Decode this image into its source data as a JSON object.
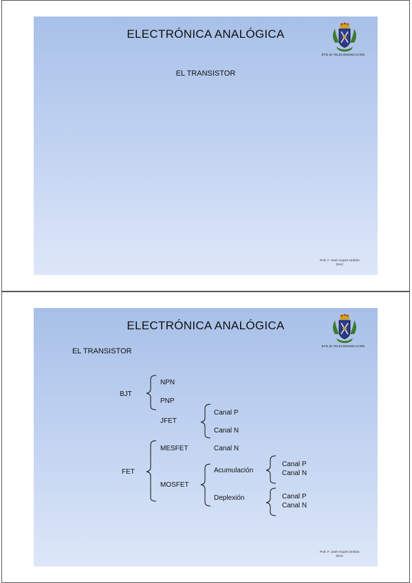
{
  "slides": [
    {
      "title": "ELECTRÓNICA ANALÓGICA",
      "school": "ETSI de TELECOMUNICACIÓN",
      "subtitle": "EL TRANSISTOR",
      "author": "Prof. F. José Arqués Orobón",
      "department": "DIAC"
    },
    {
      "title": "ELECTRÓNICA ANALÓGICA",
      "school": "ETSI de TELECOMUNICACIÓN",
      "subtitle": "EL TRANSISTOR",
      "author": "Prof. F. José Arqués Orobón",
      "department": "DIAC",
      "classification": {
        "bjt": "BJT",
        "npn": "NPN",
        "pnp": "PNP",
        "fet": "FET",
        "jfet": "JFET",
        "mesfet": "MESFET",
        "mosfet": "MOSFET",
        "jfet_p": "Canal P",
        "jfet_n": "Canal N",
        "mesfet_n": "Canal N",
        "acumulacion": "Acumulación",
        "deplexion": "Deplexión",
        "acum_p": "Canal P",
        "acum_n": "Canal N",
        "depl_p": "Canal P",
        "depl_n": "Canal N"
      }
    }
  ]
}
